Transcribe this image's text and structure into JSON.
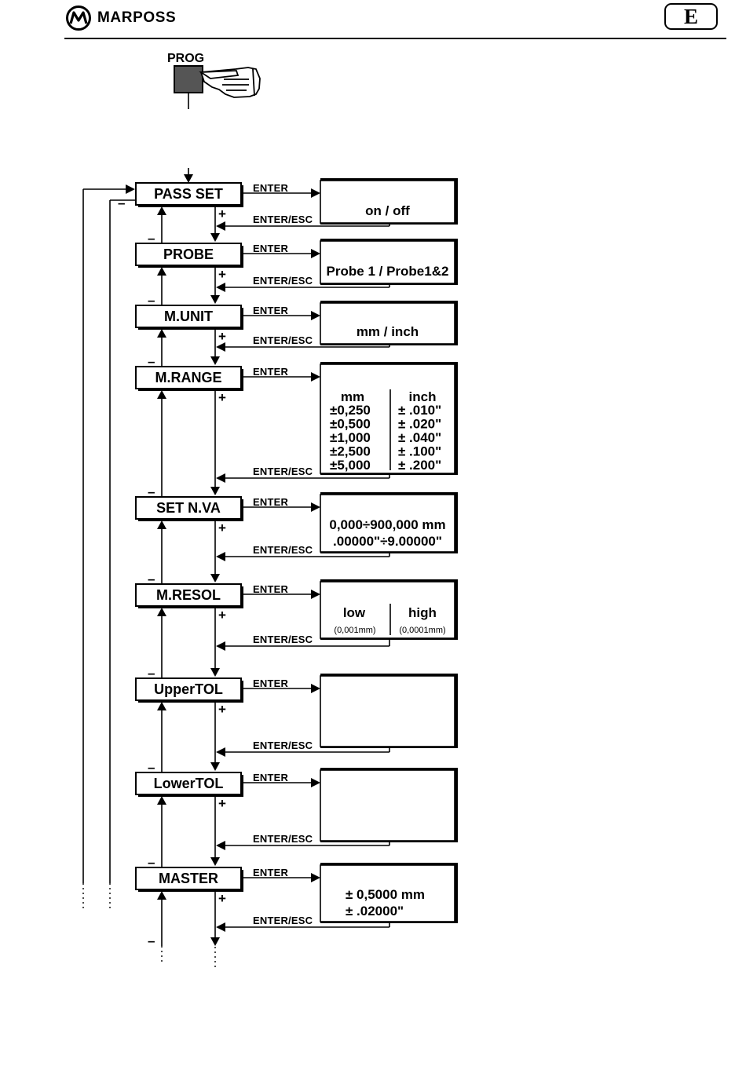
{
  "header": {
    "brand": "MARPOSS",
    "language_badge": "E"
  },
  "prog_key": {
    "label": "PROG"
  },
  "labels": {
    "enter": "ENTER",
    "enter_esc": "ENTER/ESC",
    "plus": "+",
    "minus": "–"
  },
  "menu": [
    {
      "label": "PASS SET",
      "display": [
        "on / off"
      ]
    },
    {
      "label": "PROBE",
      "display": [
        "Probe 1 / Probe1&2"
      ]
    },
    {
      "label": "M.UNIT",
      "display": [
        "mm / inch"
      ]
    },
    {
      "label": "M.RANGE",
      "range_table": {
        "mm_header": "mm",
        "inch_header": "inch",
        "mm_values": [
          "±0,250",
          "±0,500",
          "±1,000",
          "±2,500",
          "±5,000"
        ],
        "inch_values": [
          "± .010\"",
          "± .020\"",
          "± .040\"",
          "± .100\"",
          "± .200\""
        ]
      }
    },
    {
      "label": "SET N.VA",
      "display": [
        "0,000÷900,000 mm",
        ".00000\"÷9.00000\""
      ]
    },
    {
      "label": "M.RESOL",
      "resolution": {
        "low": "low",
        "low_note": "(0,001mm)",
        "high": "high",
        "high_note": "(0,0001mm)"
      }
    },
    {
      "label": "UpperTOL",
      "display": []
    },
    {
      "label": "LowerTOL",
      "display": []
    },
    {
      "label": "MASTER",
      "display": [
        "± 0,5000 mm",
        "± .02000\""
      ]
    }
  ]
}
